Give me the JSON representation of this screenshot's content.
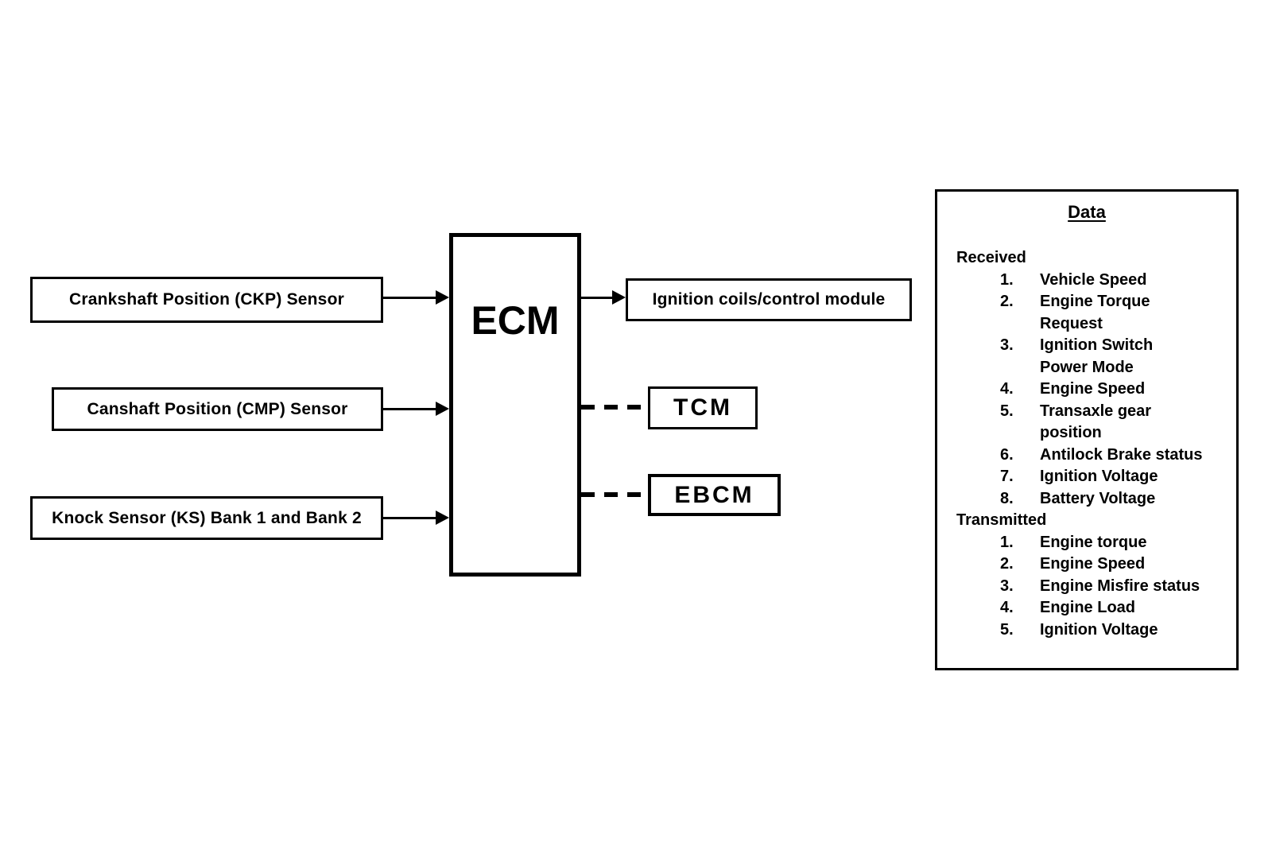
{
  "diagram": {
    "inputs": [
      {
        "label": "Crankshaft Position (CKP) Sensor"
      },
      {
        "label": "Canshaft Position (CMP) Sensor"
      },
      {
        "label": "Knock Sensor (KS) Bank 1 and Bank 2"
      }
    ],
    "ecm_label": "ECM",
    "outputs": [
      {
        "label": "Ignition coils/control module",
        "connection": "solid-arrow"
      },
      {
        "label": "TCM",
        "connection": "dashed-line"
      },
      {
        "label": "EBCM",
        "connection": "dashed-line"
      }
    ]
  },
  "data_panel": {
    "title": "Data",
    "sections": [
      {
        "heading": "Received",
        "items": [
          {
            "num": "1.",
            "lines": [
              "Vehicle Speed"
            ]
          },
          {
            "num": "2.",
            "lines": [
              "Engine Torque",
              "Request"
            ]
          },
          {
            "num": "3.",
            "lines": [
              "Ignition Switch",
              "Power Mode"
            ]
          },
          {
            "num": "4.",
            "lines": [
              "Engine Speed"
            ]
          },
          {
            "num": "5.",
            "lines": [
              "Transaxle gear",
              "position"
            ]
          },
          {
            "num": "6.",
            "lines": [
              "Antilock Brake status"
            ]
          },
          {
            "num": "7.",
            "lines": [
              "Ignition Voltage"
            ]
          },
          {
            "num": "8.",
            "lines": [
              "Battery Voltage"
            ]
          }
        ]
      },
      {
        "heading": "Transmitted",
        "items": [
          {
            "num": "1.",
            "lines": [
              "Engine torque"
            ]
          },
          {
            "num": "2.",
            "lines": [
              "Engine Speed"
            ]
          },
          {
            "num": "3.",
            "lines": [
              "Engine Misfire status"
            ]
          },
          {
            "num": "4.",
            "lines": [
              "Engine Load"
            ]
          },
          {
            "num": "5.",
            "lines": [
              "Ignition Voltage"
            ]
          }
        ]
      }
    ]
  },
  "colors": {
    "ink": "#000000",
    "background": "#ffffff"
  }
}
